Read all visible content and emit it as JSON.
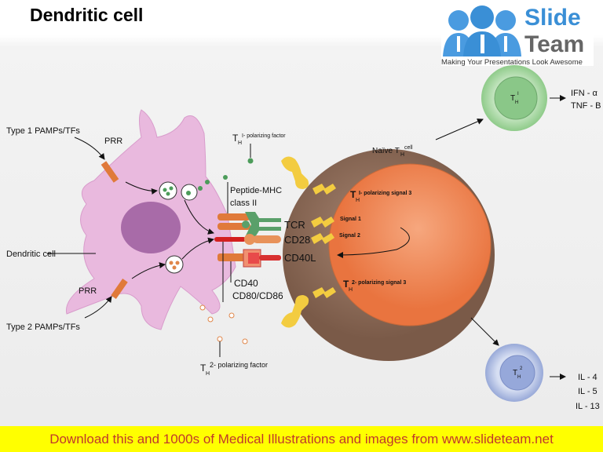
{
  "title": "Dendritic cell",
  "logo": {
    "line1": "Slide",
    "line2": "Team",
    "tagline": "Making Your Presentations Look Awesome"
  },
  "footer": "Download this and 1000s of Medical Illustrations and images from www.slideteam.net",
  "labels": {
    "type1": "Type 1 PAMPs/TFs",
    "prr1": "PRR",
    "dendritic": "Dendritic cell",
    "prr2": "PRR",
    "type2": "Type 2 PAMPs/TFs",
    "th1_factor_T": "T",
    "th1_factor_H": "H",
    "th1_factor": "I- polarizing factor",
    "peptide1": "Peptide-MHC",
    "peptide2": "class II",
    "tcr": "TCR",
    "cd28": "CD28",
    "cd40l": "CD40L",
    "cd40": "CD40",
    "cd80": "CD80/CD86",
    "th2_factor_T": "T",
    "th2_factor_H": "H",
    "th2_factor": "2- polarizing factor",
    "naive": "Naïve T",
    "naive_H": "H",
    "naive_sup": "cell",
    "sig3_1_T": "T",
    "sig3_1_H": "H",
    "sig3_1": "I- polarizing signal 3",
    "signal1": "Signal 1",
    "signal2": "Signal 2",
    "sig3_2_T": "T",
    "sig3_2_H": "H",
    "sig3_2": "2- polarizing signal 3",
    "th1_T": "T",
    "th1_H": "H",
    "th1_sup": "I",
    "th2_T": "T",
    "th2_H": "H",
    "th2_sup": "2",
    "ifn": "IFN - α",
    "tnf": "TNF - B",
    "il4": "IL - 4",
    "il5": "IL - 5",
    "il13": "IL - 13"
  },
  "colors": {
    "footer_bg": "#ffff00",
    "footer_text": "#c0392b",
    "naive_outer": "#8b6a55",
    "naive_inner": "#f08a5a",
    "dc": "#e8b6dc",
    "th1": "#9fd49b",
    "th2": "#a9b8e0"
  }
}
